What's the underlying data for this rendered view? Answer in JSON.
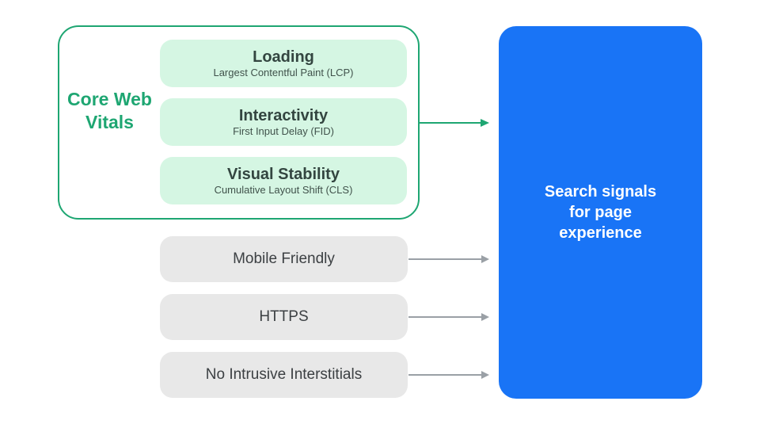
{
  "core_web_vitals": {
    "label": "Core Web Vitals",
    "items": [
      {
        "title": "Loading",
        "subtitle": "Largest Contentful Paint (LCP)"
      },
      {
        "title": "Interactivity",
        "subtitle": "First Input Delay (FID)"
      },
      {
        "title": "Visual Stability",
        "subtitle": "Cumulative Layout Shift (CLS)"
      }
    ]
  },
  "other_signals": [
    {
      "label": "Mobile Friendly"
    },
    {
      "label": "HTTPS"
    },
    {
      "label": "No Intrusive Interstitials"
    }
  ],
  "result_panel": {
    "label": "Search signals for page experience"
  },
  "colors": {
    "accent_green": "#1ea672",
    "mint_fill": "#d5f6e3",
    "blue_panel": "#1974f6",
    "gray_fill": "#e8e8e8",
    "arrow_gray": "#9aa0a6",
    "text_dark_gray": "#3c4043",
    "text_dark_green": "#334540",
    "background": "#ffffff"
  }
}
